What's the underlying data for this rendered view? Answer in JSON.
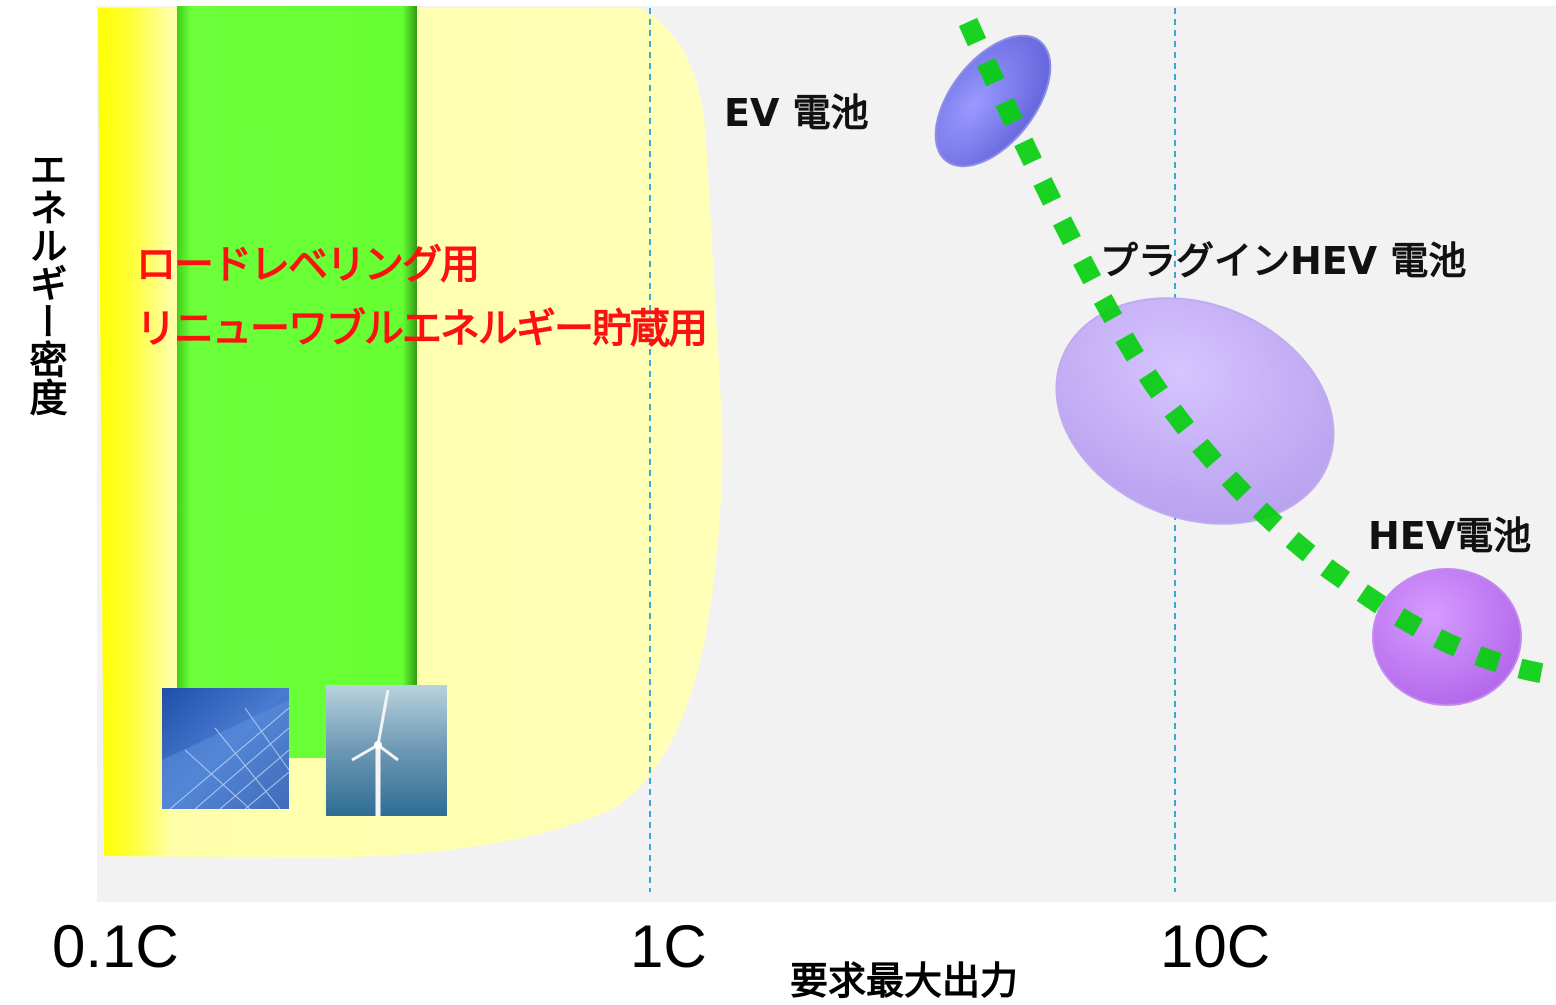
{
  "axes": {
    "ylabel": "エネルギー密度",
    "xlabel": "要求最大出力",
    "ticks": [
      "0.1C",
      "1C",
      "10C"
    ]
  },
  "regions": {
    "stationary_line1": "ロードレベリング用",
    "stationary_line2": "リニューワブルエネルギー貯蔵用"
  },
  "batteries": {
    "ev": "EV 電池",
    "phev": "プラグインHEV 電池",
    "hev": "HEV電池"
  },
  "icons": [
    "solar-panel-icon",
    "wind-turbine-icon"
  ],
  "colors": {
    "plot_bg": "#f2f2f2",
    "yellow_region": "#ffffaa",
    "yellow_bright": "#ffff00",
    "green_band": "#66ff33",
    "red_text": "#ff1010",
    "ev": "#7b7bee",
    "phev": "#c8b4f4",
    "hev": "#c57ef4",
    "trend_line": "#00ee00",
    "grid_line": "#3aa9d8"
  }
}
